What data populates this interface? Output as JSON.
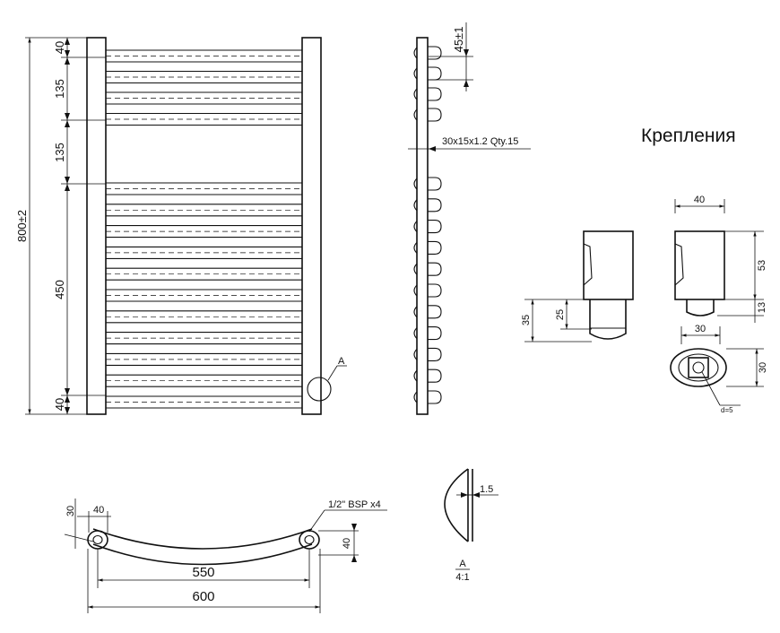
{
  "title": "Крепления",
  "front": {
    "height": "800±2",
    "seg_top": "40",
    "seg_2": "135",
    "seg_3": "135",
    "seg_4": "450",
    "seg_bottom": "40",
    "callout": "A"
  },
  "side": {
    "pitch": "45±1",
    "tube": "30x15x1.2  Qty.15"
  },
  "bottom": {
    "offset_v": "30",
    "offset_h": "40",
    "inlet": "1/2\" BSP x4",
    "depth": "40",
    "centers": "550",
    "width": "600"
  },
  "detail": {
    "thickness": "1.5",
    "label": "A",
    "scale": "4:1"
  },
  "bracket": {
    "h35": "35",
    "h25": "25",
    "w40": "40",
    "h53": "53",
    "h13": "13",
    "w30": "30",
    "h30": "30",
    "hole": "d=5"
  }
}
